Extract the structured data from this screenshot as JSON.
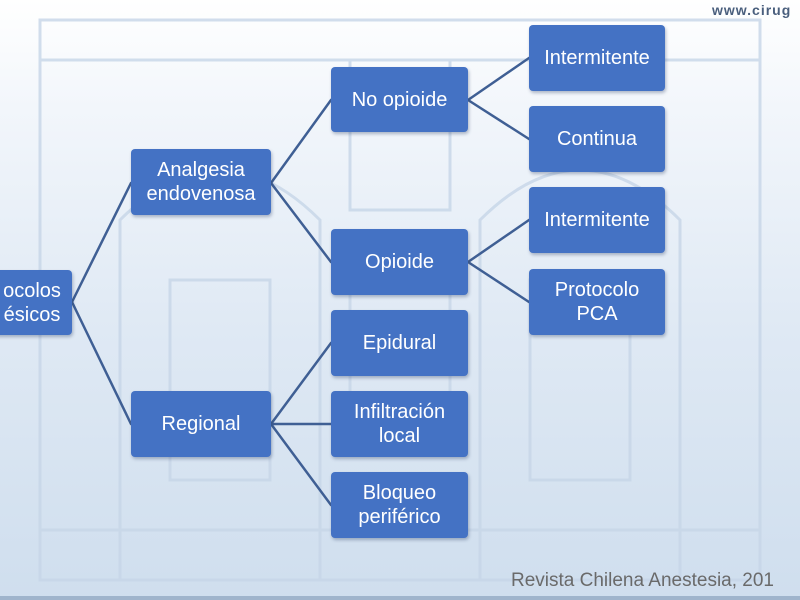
{
  "header": {
    "website": "www.cirug"
  },
  "diagram": {
    "root": "ocolos\nésicos",
    "level1": {
      "iv": "Analgesia\nendovenosa",
      "regional": "Regional"
    },
    "level2": {
      "no_opioid": "No opioide",
      "opioid": "Opioide",
      "epidural": "Epidural",
      "infiltration": "Infiltración\nlocal",
      "peripheral_block": "Bloqueo\nperiférico"
    },
    "level3": {
      "intermittent_1": "Intermitente",
      "continuous": "Continua",
      "intermittent_2": "Intermitente",
      "pca": "Protocolo\nPCA"
    }
  },
  "footer": {
    "citation": "Revista Chilena Anestesia, 201"
  },
  "colors": {
    "node": "#4472c4",
    "edge": "#3f5f94",
    "text": "#ffffff"
  }
}
